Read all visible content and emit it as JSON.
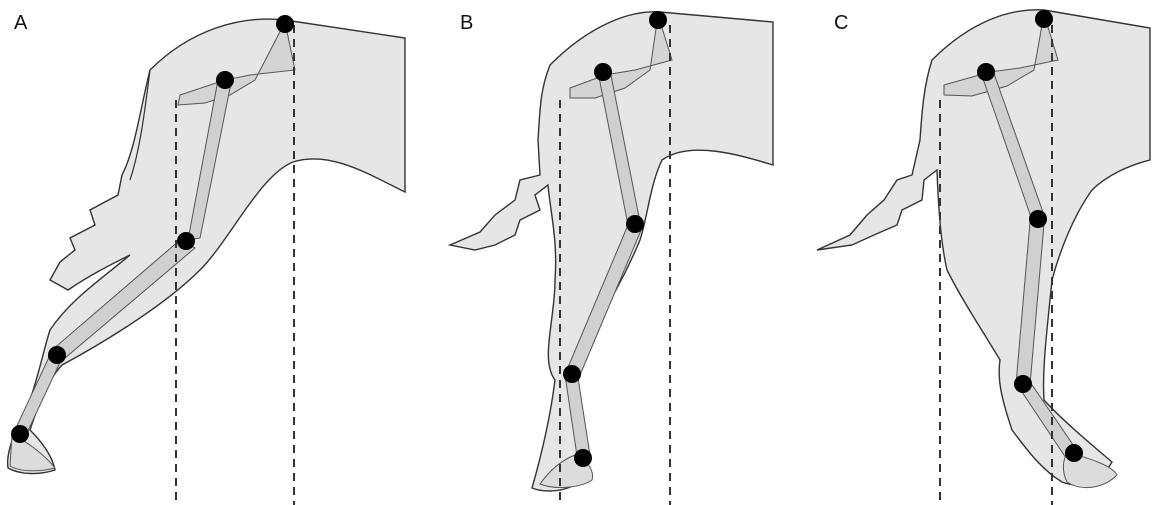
{
  "figure": {
    "panels": [
      {
        "label": "A",
        "description_key": "hindlimb-flexed"
      },
      {
        "label": "B",
        "description_key": "hindlimb-intermediate"
      },
      {
        "label": "C",
        "description_key": "hindlimb-extended"
      }
    ],
    "colors": {
      "body_fill": "#e6e6e6",
      "outline": "#333333",
      "bone_fill": "#d0d0d0",
      "bone_stroke": "#555555",
      "joint": "#000000",
      "reference_line": "#333333"
    }
  }
}
